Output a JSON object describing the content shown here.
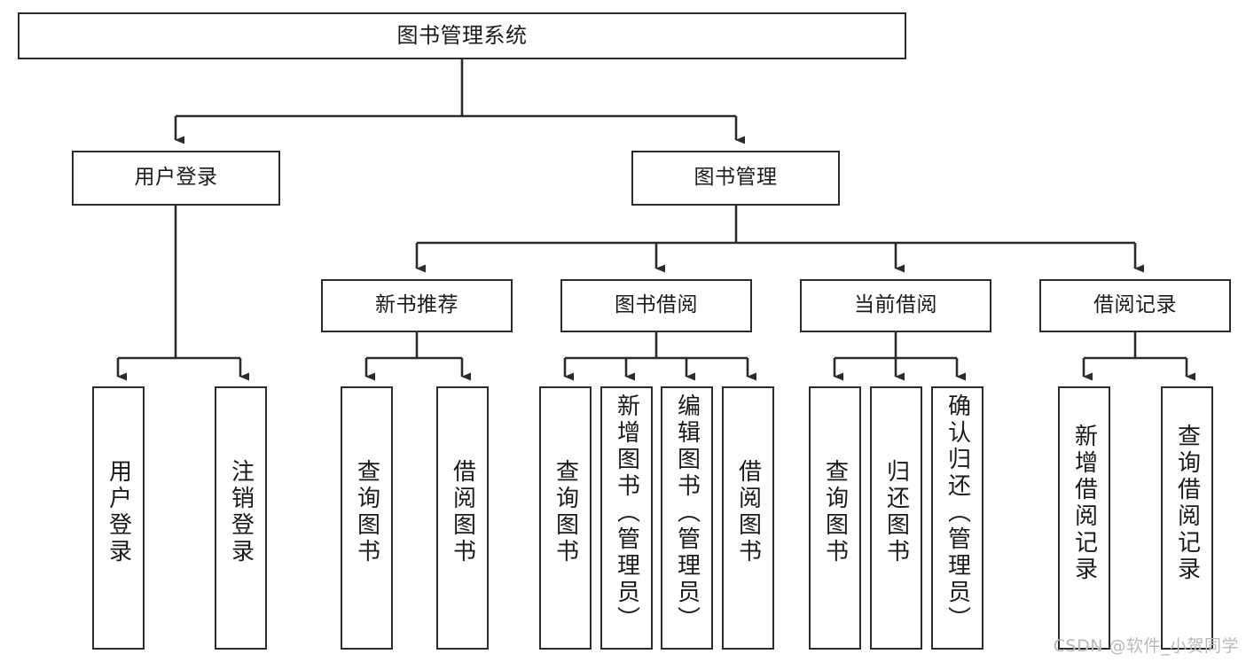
{
  "diagram": {
    "type": "tree-hierarchy",
    "title": "图书管理系统",
    "watermark": "CSDN @软件_小贺同学",
    "colors": {
      "stroke": "#2b2b2b",
      "fill": "#ffffff",
      "text": "#1a1a1a",
      "watermark": "#b9b9b9"
    },
    "levels": {
      "level1": [
        {
          "id": "root",
          "label": "图书管理系统"
        }
      ],
      "level2": [
        {
          "id": "user-login",
          "label": "用户登录",
          "parent": "root"
        },
        {
          "id": "book-manage",
          "label": "图书管理",
          "parent": "root"
        }
      ],
      "level3": [
        {
          "id": "new-book-rec",
          "label": "新书推荐",
          "parent": "book-manage"
        },
        {
          "id": "book-borrow",
          "label": "图书借阅",
          "parent": "book-manage"
        },
        {
          "id": "current-borrow",
          "label": "当前借阅",
          "parent": "book-manage"
        },
        {
          "id": "borrow-record",
          "label": "借阅记录",
          "parent": "book-manage"
        }
      ],
      "level4": [
        {
          "id": "leaf-user-login",
          "label": "用户登录",
          "parent": "user-login"
        },
        {
          "id": "leaf-logout",
          "label": "注销登录",
          "parent": "user-login"
        },
        {
          "id": "leaf-query-book-1",
          "label": "查询图书",
          "parent": "new-book-rec"
        },
        {
          "id": "leaf-borrow-book-1",
          "label": "借阅图书",
          "parent": "new-book-rec"
        },
        {
          "id": "leaf-query-book-2",
          "label": "查询图书",
          "parent": "book-borrow"
        },
        {
          "id": "leaf-add-book",
          "label": "新增图书（管理员）",
          "parent": "book-borrow"
        },
        {
          "id": "leaf-edit-book",
          "label": "编辑图书（管理员）",
          "parent": "book-borrow"
        },
        {
          "id": "leaf-borrow-book-2",
          "label": "借阅图书",
          "parent": "book-borrow"
        },
        {
          "id": "leaf-query-book-3",
          "label": "查询图书",
          "parent": "current-borrow"
        },
        {
          "id": "leaf-return-book",
          "label": "归还图书",
          "parent": "current-borrow"
        },
        {
          "id": "leaf-confirm-return",
          "label": "确认归还（管理员）",
          "parent": "current-borrow"
        },
        {
          "id": "leaf-add-record",
          "label": "新增借阅记录",
          "parent": "borrow-record"
        },
        {
          "id": "leaf-query-record",
          "label": "查询借阅记录",
          "parent": "borrow-record"
        }
      ]
    }
  }
}
